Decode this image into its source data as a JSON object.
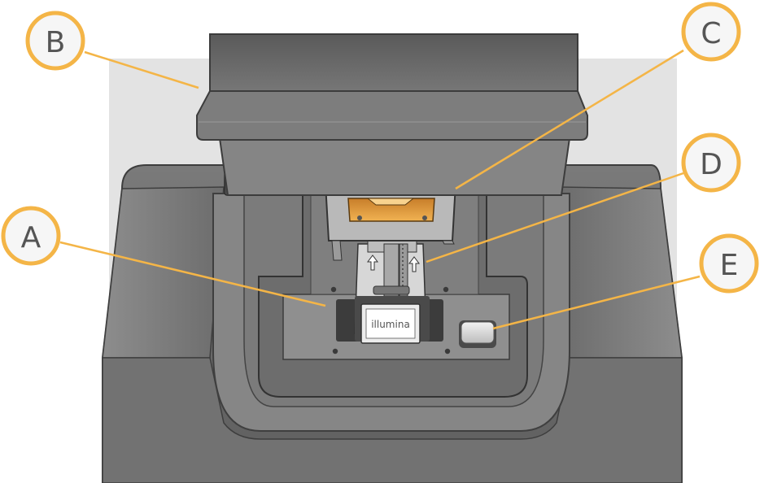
{
  "diagram": {
    "callouts": [
      {
        "id": "A",
        "label": "A"
      },
      {
        "id": "B",
        "label": "B"
      },
      {
        "id": "C",
        "label": "C"
      },
      {
        "id": "D",
        "label": "D"
      },
      {
        "id": "E",
        "label": "E"
      }
    ],
    "brand_text": "illumina",
    "colors": {
      "callout_stroke": "#F4B547",
      "callout_fill": "#F6F6F6",
      "callout_line": "#F4B547",
      "instrument_dark": "#6E6E6E",
      "instrument_mid": "#8C8C8C",
      "backdrop": "#E2E2E2",
      "flow_cell_window": "#E8A23A"
    }
  }
}
